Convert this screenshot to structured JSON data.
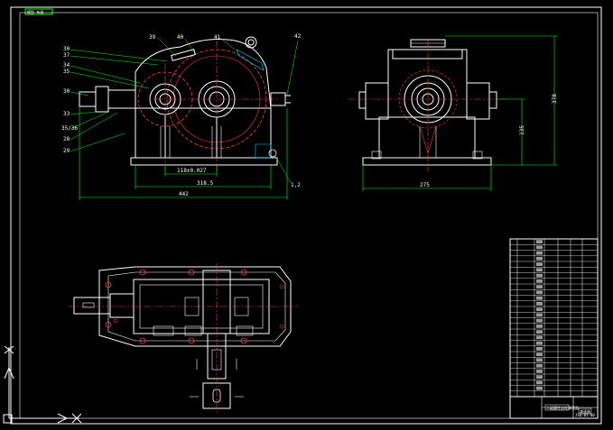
{
  "tab_label": "模型 布局",
  "colors": {
    "background": "#000000",
    "outline": "#ffffff",
    "hidden": "#ff3b3b",
    "dimension": "#00ff00",
    "leader": "#00ff00",
    "center": "#ff3b3b",
    "hatch": "#00d7ff"
  },
  "callouts": [
    "39",
    "40",
    "41",
    "42",
    "30",
    "37",
    "34",
    "35",
    "30",
    "33",
    "35/36",
    "28",
    "29",
    "1,2"
  ],
  "front_view": {
    "dims": [
      "118±0.027",
      "318.5",
      "442"
    ]
  },
  "side_view": {
    "dims": [
      "378",
      "135",
      "275"
    ]
  },
  "title_block": {
    "title": "减速器",
    "drawing_no": "二级圆柱齿轮减速器",
    "part_code": "JSQ-01-00",
    "rows": 28
  },
  "icons": [
    "ucs-y-axis-icon",
    "ucs-x-axis-icon"
  ]
}
